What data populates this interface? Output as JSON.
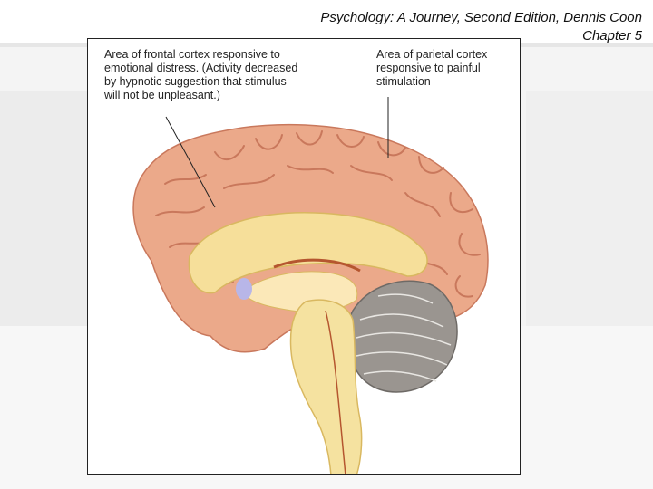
{
  "slide": {
    "header_line1": "Psychology: A Journey, Second Edition, Dennis Coon",
    "header_line2": "Chapter 5"
  },
  "figure": {
    "callout_frontal": "Area of frontal cortex responsive to\nemotional distress. (Activity decreased\nby hypnotic suggestion that stimulus\nwill not be unpleasant.)",
    "callout_parietal": "Area of parietal cortex\nresponsive to painful\nstimulation"
  },
  "colors": {
    "cortex": "#eba98a",
    "cortex_dark": "#c9785c",
    "white_matter": "#f6df9a",
    "brainstem": "#f5e2a0",
    "cerebellum": "#9a9590",
    "highlight": "#b8b6e8"
  }
}
